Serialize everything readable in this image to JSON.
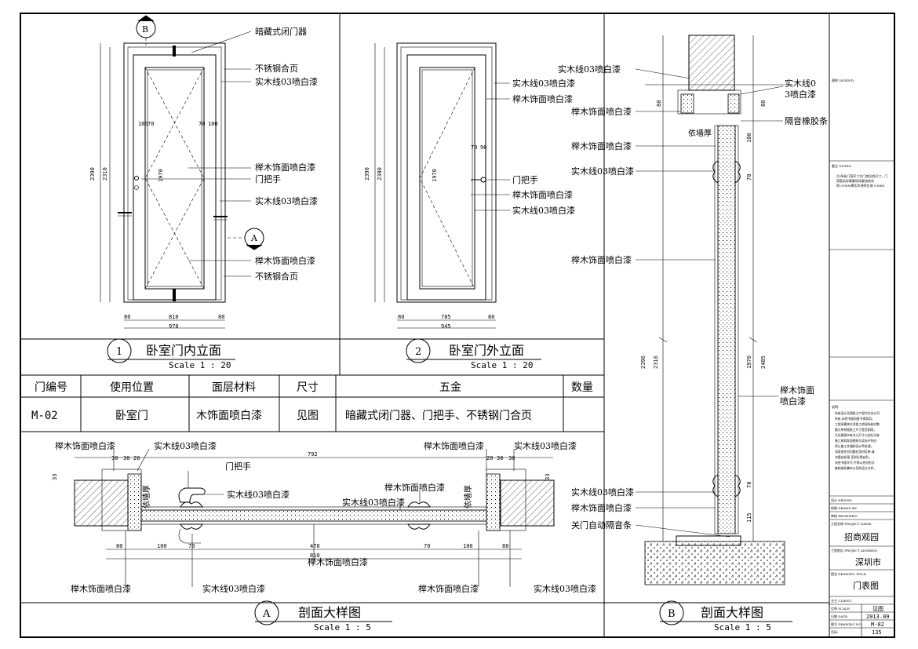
{
  "elev1": {
    "num": "1",
    "title": "卧室门内立面",
    "scale": "Scale 1 : 20",
    "section_mark_b": "B",
    "section_mark_a": "A",
    "labels": [
      "暗藏式闭门器",
      "不锈钢合页",
      "实木线03喷白漆",
      "榉木饰面喷白漆",
      "门把手",
      "实木线03喷白漆",
      "榉木饰面喷白漆",
      "不锈钢合页"
    ],
    "dims": {
      "w_total": "970",
      "w_inner": "810",
      "w_side": "80",
      "h_total": "2390",
      "h_inner": "2310",
      "h_panel": "1970",
      "v100": "100",
      "v70": "70"
    }
  },
  "elev2": {
    "num": "2",
    "title": "卧室门外立面",
    "scale": "Scale 1 : 20",
    "labels": [
      "实木线03喷白漆",
      "榉木饰面喷白漆",
      "门把手",
      "榉木饰面喷白漆",
      "实木线03喷白漆"
    ],
    "dims": {
      "w_total": "945",
      "w_inner": "785",
      "w_side": "80",
      "h_total": "2390",
      "h_inner": "2300",
      "h_panel": "1970",
      "v70": "70",
      "v90": "90"
    }
  },
  "table": {
    "headers": [
      "门编号",
      "使用位置",
      "面层材料",
      "尺寸",
      "五金",
      "数量"
    ],
    "row": [
      "M-02",
      "卧室门",
      "木饰面喷白漆",
      "见图",
      "暗藏式闭门器、门把手、不锈钢门合页",
      ""
    ]
  },
  "secA": {
    "num": "A",
    "title": "剖面大样图",
    "scale": "Scale 1 : 5",
    "labels": [
      "榉木饰面喷白漆",
      "实木线03喷白漆",
      "门把手",
      "实木线03喷白漆",
      "榉木饰面喷白漆",
      "实木线03喷白漆",
      "榉木饰面喷白漆",
      "实木线03喷白漆",
      "榉木饰面喷白漆",
      "榉木饰面喷白漆",
      "实木线03喷白漆",
      "榉木饰面喷白漆",
      "实木线03喷白漆"
    ],
    "wall_label": "依墙厚",
    "dims": {
      "d792": "792",
      "d810": "810",
      "d470": "470",
      "d100": "100",
      "d70": "70",
      "d80": "80",
      "d30": "30",
      "d20": "20",
      "d33": "33"
    }
  },
  "secB": {
    "num": "B",
    "title": "剖面大样图",
    "scale": "Scale 1 : 5",
    "labels": [
      "实木线03喷白漆",
      "榉木饰面喷白漆",
      "榉木饰面喷白漆",
      "实木线03喷白漆",
      "榉木饰面喷白漆",
      "实木线03喷白漆",
      "榉木饰面喷白漆",
      "关门自动隔音条"
    ],
    "right_labels": [
      "实木线0",
      "3喷白漆",
      "隔音橡胶条",
      "榉木饰面",
      "喷白漆"
    ],
    "wall_label": "依墙厚",
    "dims": {
      "d2396": "2396",
      "d2316": "2316",
      "d1970": "1970",
      "d2405": "2405",
      "d100": "100",
      "d70": "70",
      "d80": "80",
      "d115": "115"
    }
  },
  "titleblock": {
    "drawing_label": "图例 LEGEND:",
    "revisions_label": "备注 NOTES:",
    "notes": [
      "注:所有门洞尺寸为门扇及其尺寸，门",
      "洞宽实际需要现场复核核实",
      "则:03MM厚实木线喷白漆 03MM"
    ],
    "remarks_title": "说明:",
    "remarks": [
      "所有设计及图纸之产权均为本公司",
      "所有,未经书面同意不得采用。",
      "工程承建单位须依工地现场核对数",
      "据与所有图纸之尺寸是否相同。",
      "凡在图纸中有关之尺寸以实际为准",
      "施工前如发现图纸与实际不符应",
      "停止施工并通知设计师处理。",
      "如发现任何问题应及时反映,请",
      "勿擅自处理,否则后果自负。",
      "未经书面许可,不得以任何形式",
      "复制或抄袭本公司的设计文件。"
    ],
    "design_label": "设计 DESIGN:",
    "drawn_label": "绘图 DRAWN BY:",
    "checked_label": "审核 REVIEWED:",
    "project_label": "工程名称 PROJECT NAME:",
    "project": "招商观园",
    "address_label": "工程地址 PROJECT ADDRESS:",
    "address": "深圳市",
    "drawing_title_label": "图名 DRAWING TITLE:",
    "drawing_title": "门表图",
    "client_label": "业主 CLIENT:",
    "scale_label": "比例 SCALE:",
    "scale": "见图",
    "date_label": "日期 DATE:",
    "date": "2013.09",
    "no_label": "图号 DRAWING NO:",
    "no": "M-02",
    "page_label": "页码:",
    "page": "135"
  }
}
